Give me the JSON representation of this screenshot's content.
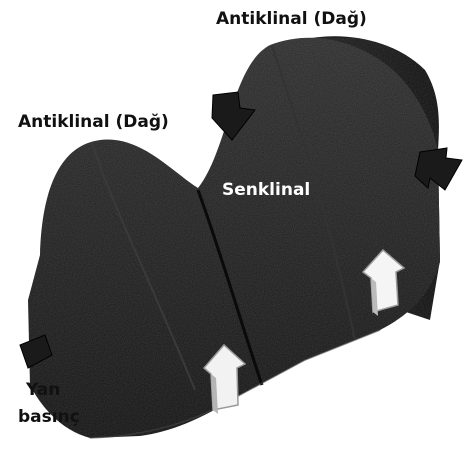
{
  "labels": {
    "anticline_right": "Antiklinal (Dağ)",
    "anticline_left": "Antiklinal (Dağ)",
    "syncline": "Senklinal",
    "lateral_pressure_line1": "Yan",
    "lateral_pressure_line2": "basınç"
  },
  "colors": {
    "background": "#ffffff",
    "block_dark": "#151515",
    "block_mid": "#262626",
    "arrow_light": "#ffffff",
    "label_dark_text": "#111111",
    "label_light_text": "#ffffff"
  }
}
